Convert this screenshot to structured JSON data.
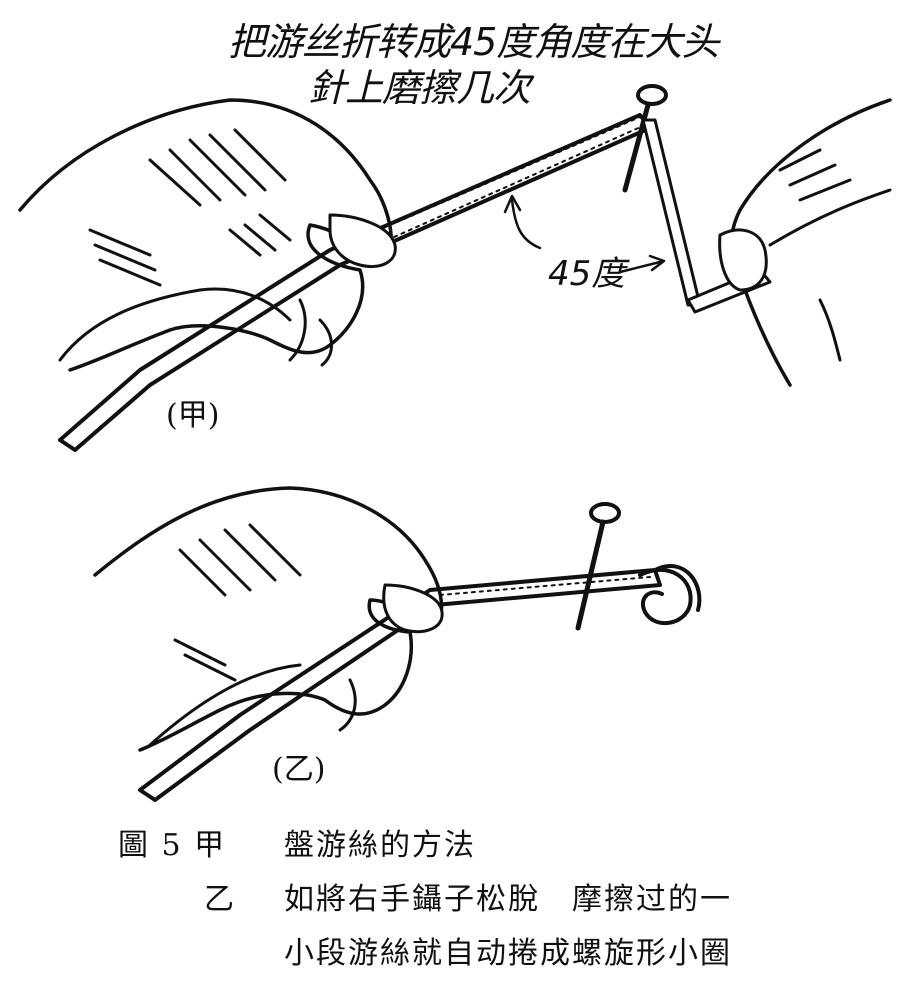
{
  "title_line1": "把游丝折转成45度角度在大头",
  "title_line2": "針上磨擦几次",
  "angle_label": "45度",
  "label_a": "(甲)",
  "label_b": "(乙)",
  "caption": {
    "fig_no": "圖 5 甲",
    "line1": "盤游絲的方法",
    "mark_b": "乙",
    "line2": "如將右手鑷子松脫　摩擦过的一",
    "line3": "小段游絲就自动捲成螺旋形小圈"
  }
}
